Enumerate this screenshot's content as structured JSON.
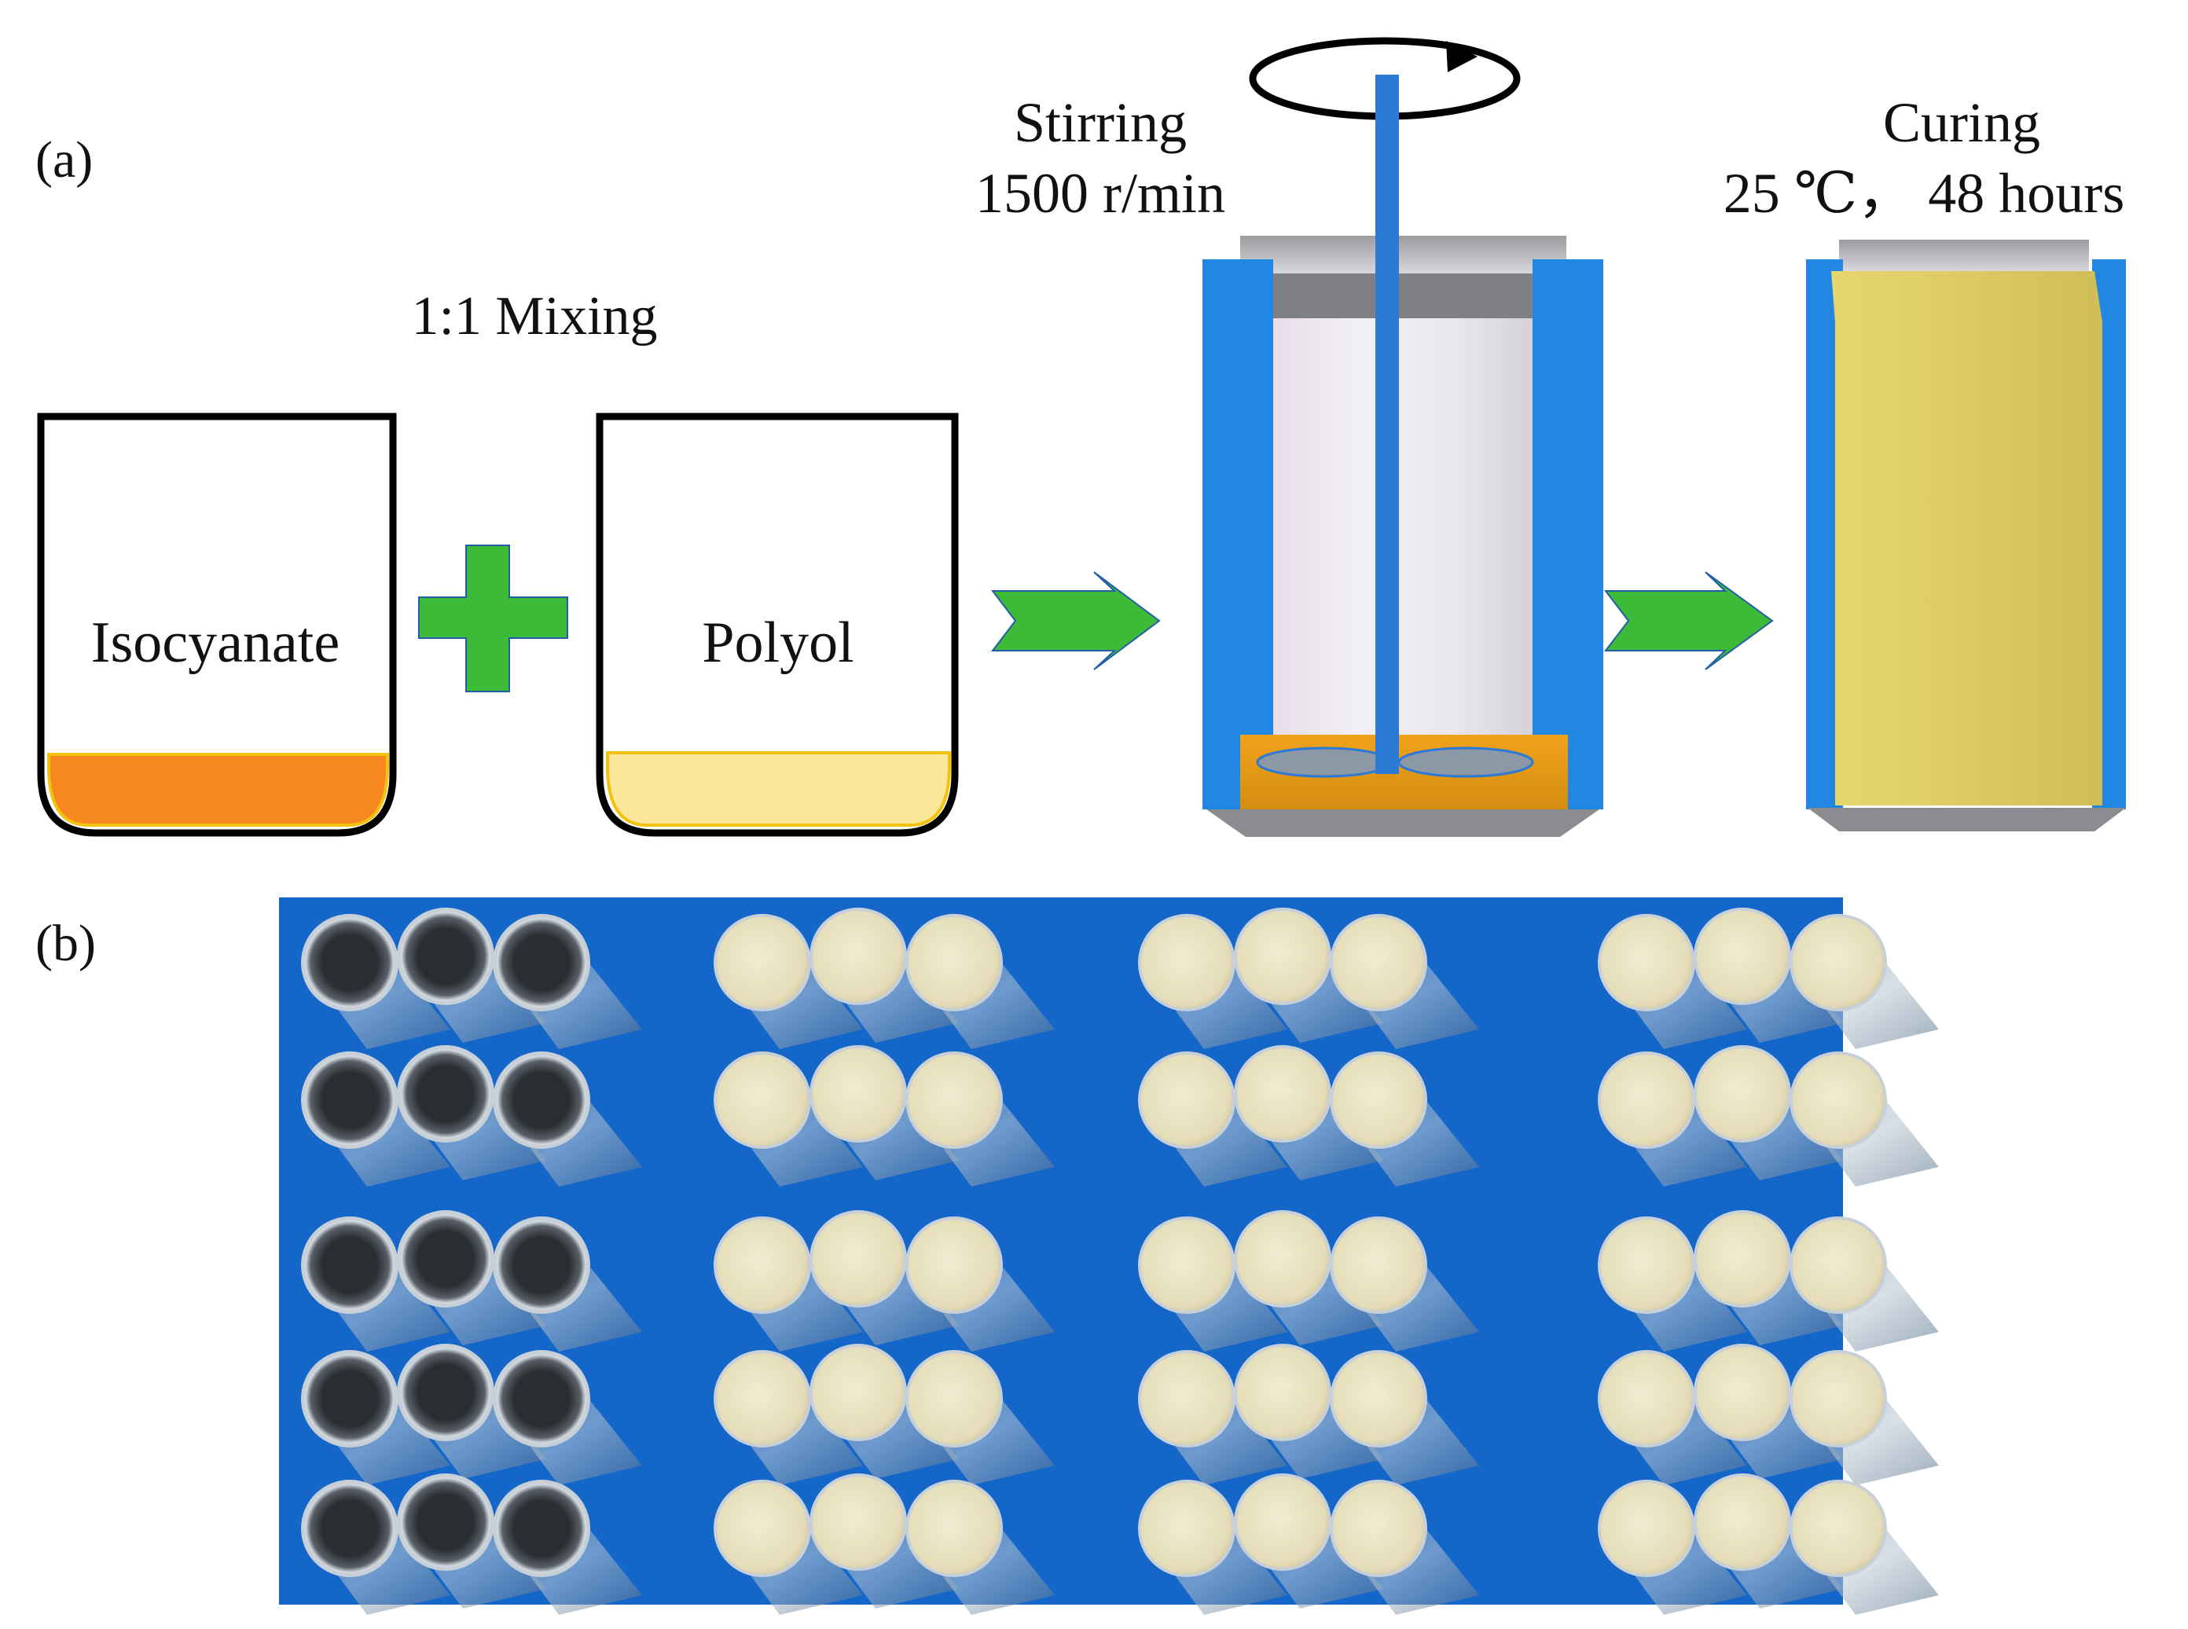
{
  "panel_a": {
    "label": "(a)",
    "mixing_label": "1:1 Mixing",
    "beaker_left_label": "Isocyanate",
    "beaker_right_label": "Polyol",
    "stirring_label_line1": "Stirring",
    "stirring_label_line2": "1500 r/min",
    "curing_label_line1": "Curing",
    "curing_label_line2": "25 ℃， 48 hours",
    "colors": {
      "isocyanate_liquid": "#f7881f",
      "polyol_liquid": "#fde79a",
      "plus_arrow_green": "#3dba38",
      "can_blue": "#2286e3",
      "stir_rod": "#2c79d6",
      "mixed_liquid": "#e6a21a",
      "cured_foam": "#e0cf6c"
    }
  },
  "panel_b": {
    "label": "(b)",
    "photo_background": "#1466c9",
    "sample_groups": [
      {
        "name": "empty-cans",
        "filled": false
      },
      {
        "name": "foam-group-1",
        "filled": true
      },
      {
        "name": "foam-group-2",
        "filled": true
      },
      {
        "name": "foam-group-3",
        "filled": true
      }
    ]
  }
}
